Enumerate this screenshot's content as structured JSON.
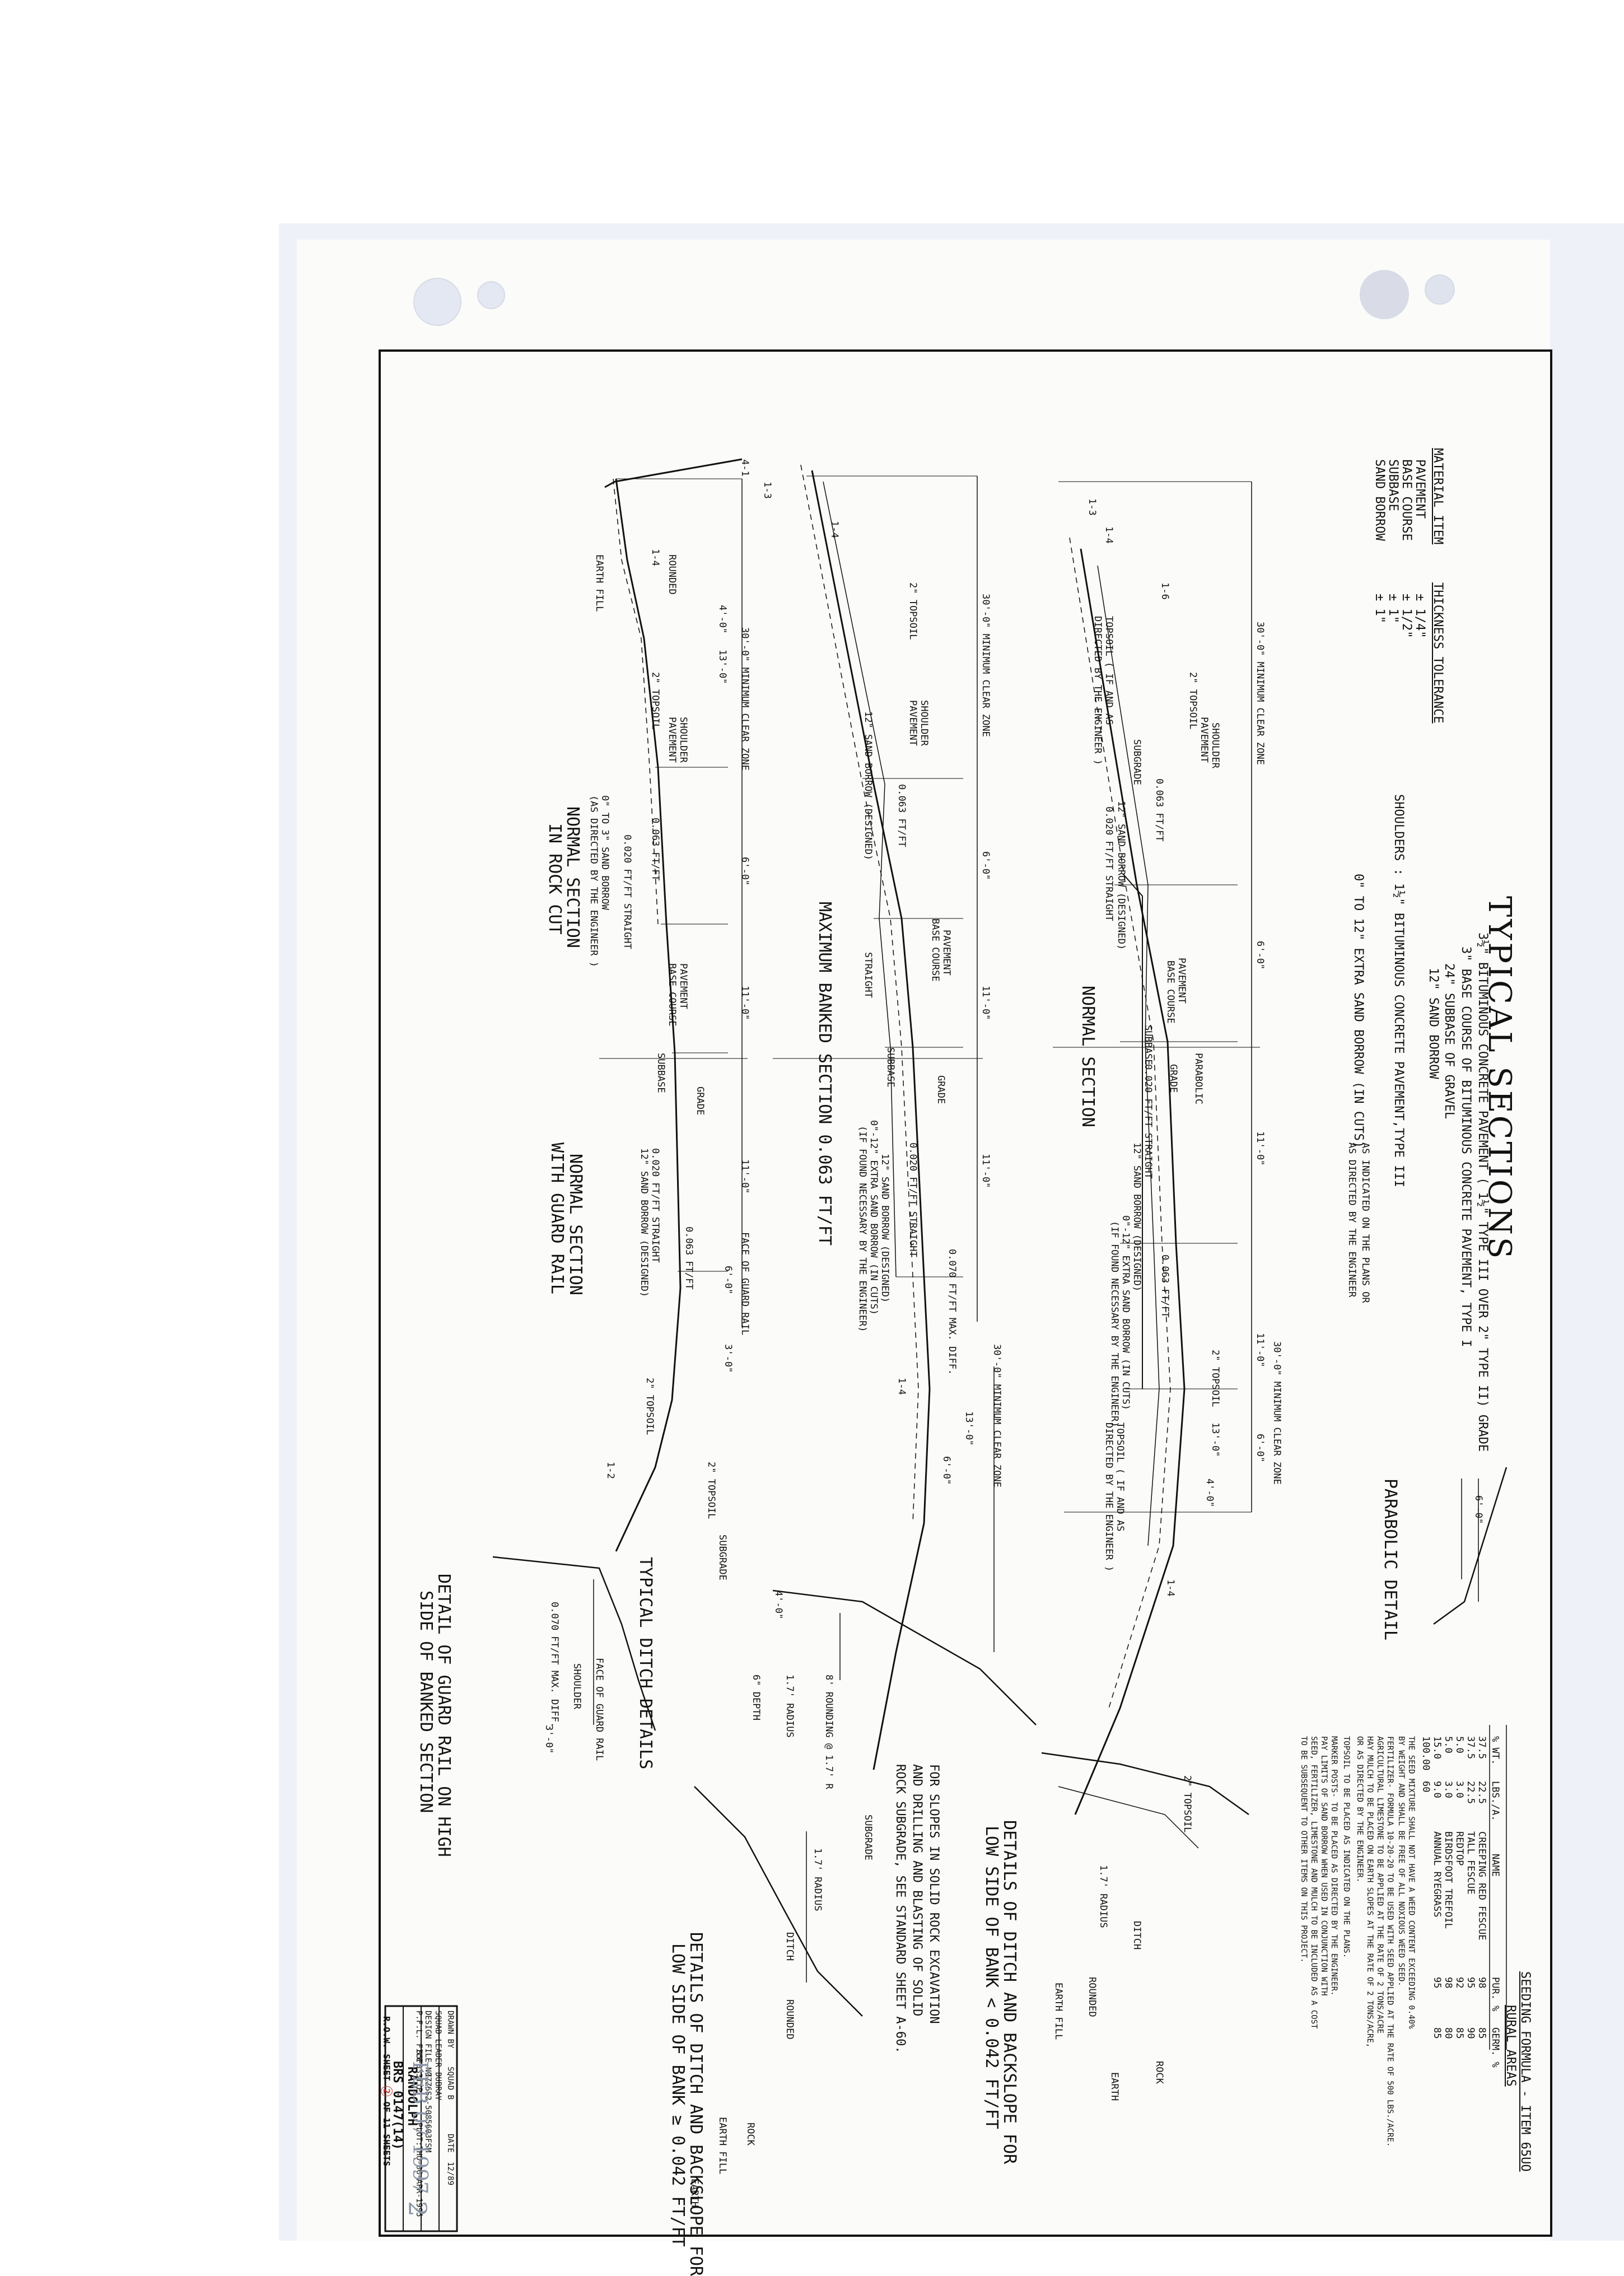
{
  "title": "TYPICAL SECTIONS",
  "pavement_spec": {
    "line1": "3½\" BITUMINOUS CONCRETE PAVEMENT ( 1½\" TYPE III OVER 2\" TYPE II) GRADE",
    "line2": "3\" BASE COURSE OF BITUMINOUS CONCRETE PAVEMENT, TYPE I",
    "line3": "24\" SUBBASE OF GRAVEL",
    "line4": "12\" SAND BORROW",
    "line5": "SHOULDERS : 1½\" BITUMINOUS CONCRETE PAVEMENT,TYPE III",
    "line6": "0\" TO 12\" EXTRA SAND BORROW (IN CUTS)",
    "line6_note_a": "AS INDICATED ON THE PLANS OR",
    "line6_note_b": "AS DIRECTED BY THE ENGINEER"
  },
  "tolerance_table": {
    "headers": [
      "MATERIAL ITEM",
      "THICKNESS TOLERANCE"
    ],
    "rows": [
      [
        "PAVEMENT",
        "± 1/4\""
      ],
      [
        "BASE COURSE",
        "± 1/2\""
      ],
      [
        "SUBBASE",
        "± 1\""
      ],
      [
        "SAND BORROW",
        "± 1\""
      ]
    ]
  },
  "sections": {
    "normal": "NORMAL SECTION",
    "max_banked": "MAXIMUM BANKED SECTION   0.063 FT/FT",
    "rock_cut_1": "NORMAL SECTION",
    "rock_cut_2": "IN ROCK CUT",
    "guard_rail_1": "NORMAL SECTION",
    "guard_rail_2": "WITH GUARD RAIL",
    "parabolic": "PARABOLIC DETAIL",
    "ditch": "TYPICAL DITCH DETAILS",
    "guard_rail_detail_1": "DETAIL OF GUARD RAIL ON HIGH",
    "guard_rail_detail_2": "SIDE OF BANKED SECTION",
    "ditch_low_1": "DETAILS OF DITCH AND BACKSLOPE FOR",
    "ditch_low_2": "LOW SIDE OF BANK < 0.042 FT/FT",
    "ditch_low_3": "DETAILS OF DITCH AND BACKSLOPE FOR",
    "ditch_low_4": "LOW SIDE OF BANK ≥ 0.042 FT/FT",
    "rock_note_1": "FOR SLOPES IN SOLID ROCK EXCAVATION",
    "rock_note_2": "AND DRILLING AND BLASTING OF SOLID",
    "rock_note_3": "ROCK SUBGRADE, SEE STANDARD SHEET A-60."
  },
  "labels": {
    "clear_zone": "30'-0\" MINIMUM CLEAR ZONE",
    "six_ft": "6'-0\"",
    "eleven_ft": "11'-0\"",
    "thirteen_ft": "13'-0\"",
    "four_ft": "4'-0\"",
    "three_ft": "3'-0\"",
    "shoulder": "SHOULDER",
    "pavement": "PAVEMENT",
    "base_course": "BASE COURSE",
    "subbase": "SUBBASE",
    "grade": "GRADE",
    "topsoil": "2\" TOPSOIL",
    "subgrade": "SUBGRADE",
    "slope_063": "0.063 FT/FT",
    "slope_020": "0.020 FT/FT STRAIGHT",
    "sand_borrow": "12\" SAND BORROW (DESIGNED)",
    "extra_sand": "0\"-12\" EXTRA SAND BORROW (IN CUTS)",
    "if_found": "(IF FOUND NECESSARY BY THE ENGINEER)",
    "topsoil_note_a": "TOPSOIL ( IF AND AS",
    "topsoil_note_b": "DIRECTED BY THE ENGINEER )",
    "rounded": "ROUNDED",
    "earth_fill": "EARTH FILL",
    "face_guard_rail": "FACE OF GUARD RAIL",
    "straight": "STRAIGHT",
    "rounding": "8' ROUNDING @ 1.7' R",
    "radius": "1.7' RADIUS",
    "depth": "6\" DEPTH",
    "ditch": "DITCH",
    "rock": "ROCK",
    "earth": "EARTH",
    "slope_1_4": "1-4",
    "slope_1_3": "1-3",
    "slope_1_6": "1-6",
    "slope_1_2": "1-2",
    "slope_4_1": "4-1",
    "max_diff": "0.070 FT/FT MAX. DIFF.",
    "parabolic_label": "PARABOLIC",
    "rock_cut_borrow": "0\" TO 3\" SAND BORROW",
    "rock_cut_borrow_b": "(AS DIRECTED BY THE ENGINEER )"
  },
  "seeding": {
    "title": "SEEDING FORMULA - ITEM 65UO",
    "subtitle": "RURAL AREAS",
    "headers": [
      "% WT.",
      "LBS./A.",
      "NAME",
      "PUR. %",
      "GERM. %"
    ],
    "rows": [
      [
        "37.5",
        "22.5",
        "CREEPING RED FESCUE",
        "98",
        "85"
      ],
      [
        "37.5",
        "22.5",
        "TALL FESCUE",
        "95",
        "90"
      ],
      [
        "5.0",
        "3.0",
        "REDTOP",
        "92",
        "85"
      ],
      [
        "5.0",
        "3.0",
        "BIRDSFOOT TREFOIL",
        "98",
        "80"
      ],
      [
        "15.0",
        "9.0",
        "ANNUAL RYEGRASS",
        "95",
        "85"
      ],
      [
        "100.00",
        "60",
        "",
        "",
        ""
      ]
    ],
    "notes": [
      "THE SEED MIXTURE SHALL NOT HAVE A WEED CONTENT EXCEEDING 0.40%",
      "BY WEIGHT AND SHALL BE FREE OF ALL NOXIOUS WEED SEED.",
      "FERTILIZER- FORMULA 10-20-20 TO BE USED WITH SEED APPLIED AT THE RATE OF 500 LBS./ACRE.",
      "AGRICULTURAL LIMESTONE TO BE APPLIED AT THE RATE OF 2 TONS/ACRE",
      "HAY MULCH TO BE PLACED ON EARTH SLOPES AT THE RATE OF 2 TONS/ACRE,",
      "OR AS DIRECTED BY THE ENGINEER.",
      "TOPSOIL TO BE PLACED AS INDICATED ON THE PLANS.",
      "MARKER POSTS- TO BE PLACED AS DIRECTED BY THE ENGINEER.",
      "PAY LIMITS OF SAND BORROW WHEN USED IN CONJUNCTION WITH",
      "SEED, FERTILIZER, LIMESTONE AND MULCH TO BE INCLUDED AS A COST",
      "TO BE SUBSEQUENT TO OTHER ITEMS ON THIS PROJECT."
    ]
  },
  "title_block": {
    "drawn_by_label": "DRAWN BY",
    "drawn_by": "SQUAD B",
    "date_label": "DATE",
    "date": "12/89",
    "squad_leader_label": "SQUAD LEADER",
    "squad_leader": "DUBRAY",
    "design_file_label": "DESIGN FILE NO.",
    "design_file": "ZZZ6S2-5085603FSM",
    "plot_file_label": "P.F.L. FILE",
    "plot_file": "85F033TYP",
    "plot_date": "PLOT:THU-06-APR-1995",
    "town": "RANDOLPH",
    "project": "BRS 0147(14)",
    "sheet_prefix": "R.O.W. SHEET",
    "sheet_num": "2",
    "sheet_suffix": "OF 11 SHEETS"
  },
  "stamp": "FEB 07 1997",
  "page_number": "2"
}
